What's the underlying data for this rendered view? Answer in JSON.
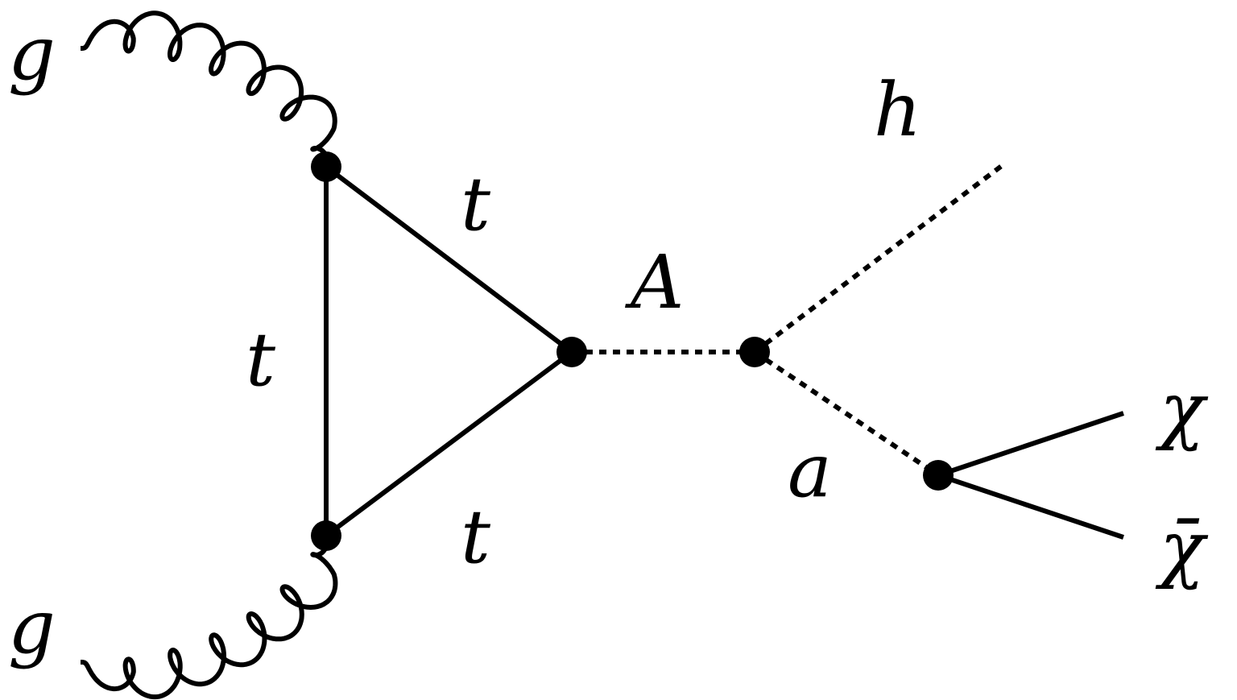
{
  "diagram": {
    "title": "Feynman diagram: gg → A → h a, a → χ χ̄",
    "labels": {
      "gluon_top": "g",
      "gluon_bottom": "g",
      "top_upper": "t",
      "top_left": "t",
      "top_lower": "t",
      "boson_A": "A",
      "higgs": "h",
      "pseudoscalar_a": "a",
      "chi": "χ",
      "chibar": "χ̄"
    }
  }
}
